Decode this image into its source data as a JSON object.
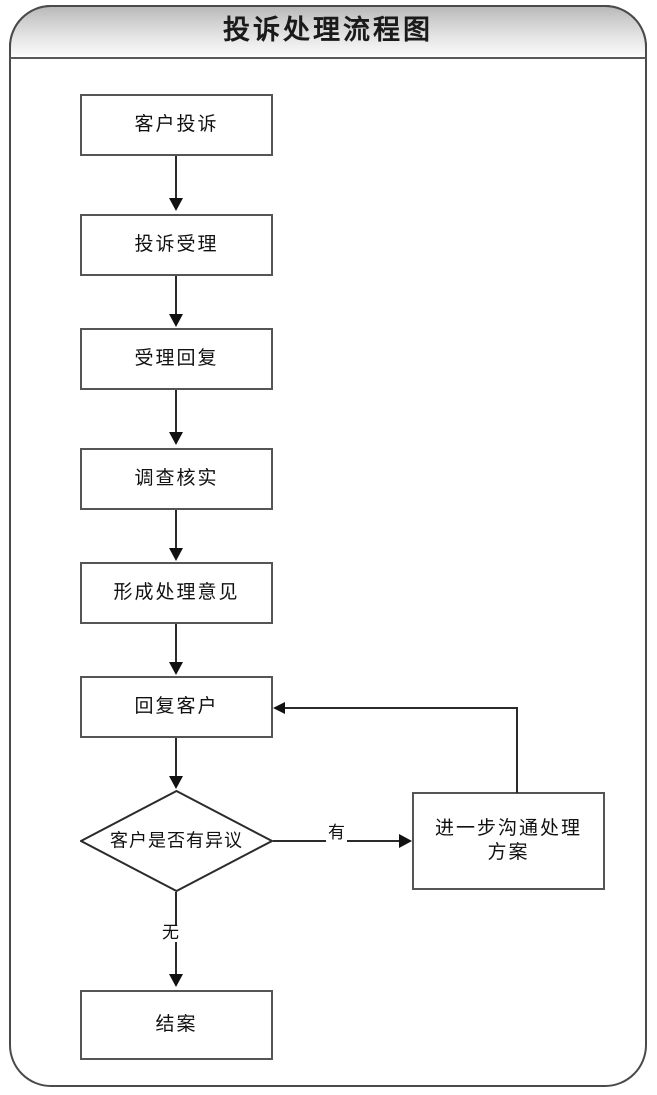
{
  "diagram": {
    "title": "投诉处理流程图",
    "type": "flowchart",
    "orientation": "vertical",
    "colors": {
      "frame_border": "#4a4a4a",
      "node_border": "#555555",
      "node_fill": "#ffffff",
      "connector": "#2b2b2b",
      "title_band_top": "#b9b9b9",
      "title_band_bottom": "#ffffff",
      "text": "#111111"
    },
    "nodes": [
      {
        "id": "n1",
        "shape": "rectangle",
        "label": "客户投诉"
      },
      {
        "id": "n2",
        "shape": "rectangle",
        "label": "投诉受理"
      },
      {
        "id": "n3",
        "shape": "rectangle",
        "label": "受理回复"
      },
      {
        "id": "n4",
        "shape": "rectangle",
        "label": "调查核实"
      },
      {
        "id": "n5",
        "shape": "rectangle",
        "label": "形成处理意见"
      },
      {
        "id": "n6",
        "shape": "rectangle",
        "label": "回复客户"
      },
      {
        "id": "n7",
        "shape": "diamond",
        "label": "客户是否有异议"
      },
      {
        "id": "n8",
        "shape": "rectangle",
        "label": "进一步沟通处理方案"
      },
      {
        "id": "n9",
        "shape": "rectangle",
        "label": "结案"
      }
    ],
    "edges": [
      {
        "from": "n1",
        "to": "n2",
        "label": ""
      },
      {
        "from": "n2",
        "to": "n3",
        "label": ""
      },
      {
        "from": "n3",
        "to": "n4",
        "label": ""
      },
      {
        "from": "n4",
        "to": "n5",
        "label": ""
      },
      {
        "from": "n5",
        "to": "n6",
        "label": ""
      },
      {
        "from": "n6",
        "to": "n7",
        "label": ""
      },
      {
        "from": "n7",
        "to": "n8",
        "label": "有"
      },
      {
        "from": "n7",
        "to": "n9",
        "label": "无"
      },
      {
        "from": "n8",
        "to": "n6",
        "label": ""
      }
    ],
    "edge_labels": {
      "yes": "有",
      "no": "无"
    }
  }
}
